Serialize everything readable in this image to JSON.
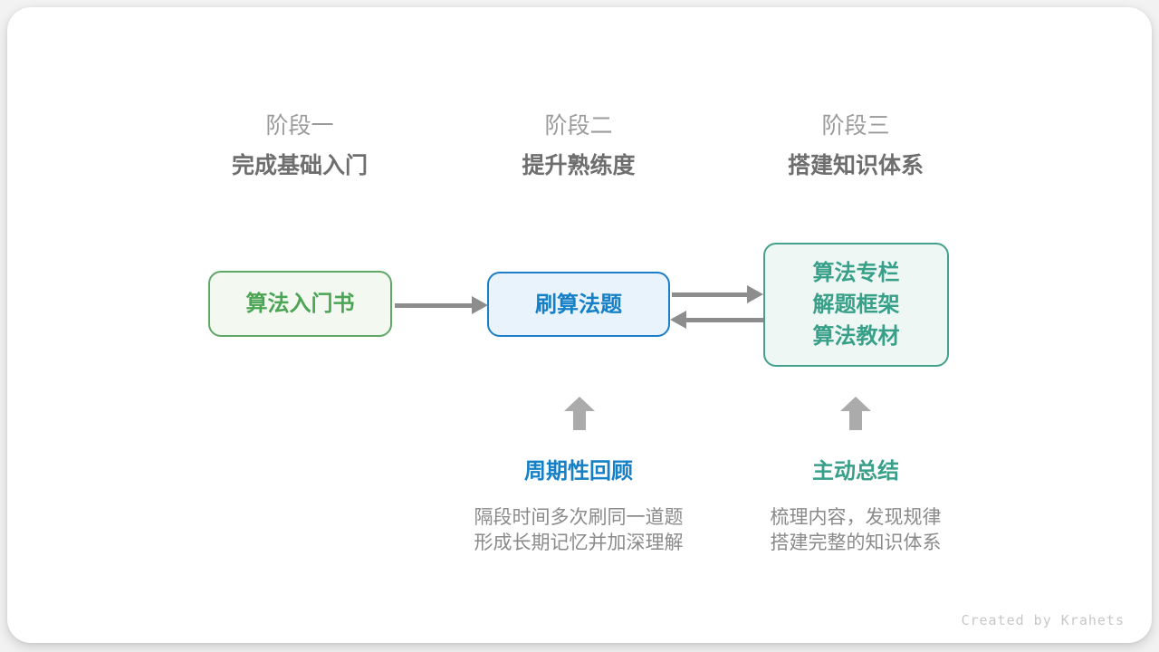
{
  "stages": [
    {
      "label": "阶段一",
      "subtitle": "完成基础入门"
    },
    {
      "label": "阶段二",
      "subtitle": "提升熟练度"
    },
    {
      "label": "阶段三",
      "subtitle": "搭建知识体系"
    }
  ],
  "nodes": [
    {
      "lines": [
        "算法入门书"
      ]
    },
    {
      "lines": [
        "刷算法题"
      ]
    },
    {
      "lines": [
        "算法专栏",
        "解题框架",
        "算法教材"
      ]
    }
  ],
  "annotations": [
    {
      "title": "周期性回顾",
      "desc": [
        "隔段时间多次刷同一道题",
        "形成长期记忆并加深理解"
      ]
    },
    {
      "title": "主动总结",
      "desc": [
        "梳理内容，发现规律",
        "搭建完整的知识体系"
      ]
    }
  ],
  "footer": {
    "credit": "Created by Krahets"
  },
  "colors": {
    "page_bg": "#F2F2F2",
    "card_bg": "#FFFFFF",
    "stage_label": "#9B9B9B",
    "stage_subtitle": "#6E6E6E",
    "green_text": "#4CA455",
    "green_border": "#5FA767",
    "green_bg": "#F3F9F0",
    "blue_text": "#1680C7",
    "blue_border": "#1B7EC6",
    "blue_bg": "#E9F3FB",
    "teal_text": "#38A089",
    "teal_border": "#43A18C",
    "teal_bg": "#EEF7F3",
    "arrow": "#8D8D8D",
    "up_arrow": "#ABABAB",
    "desc_text": "#8A8A8A",
    "credit": "#C7C7C7"
  }
}
